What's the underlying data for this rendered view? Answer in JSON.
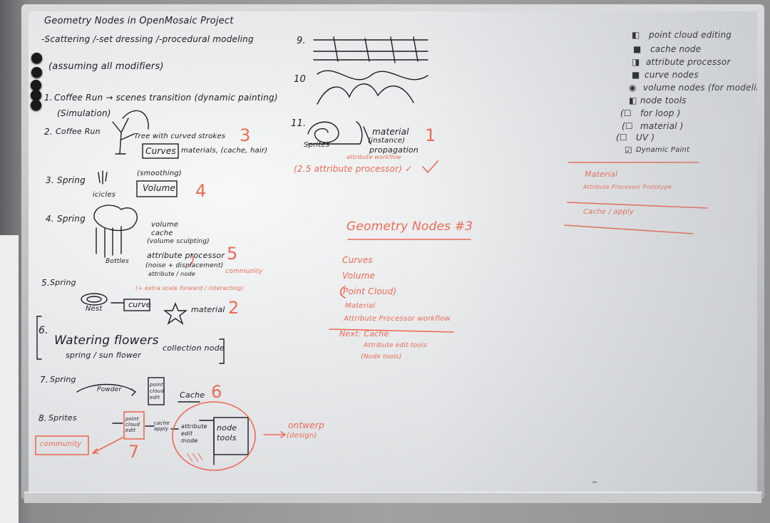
{
  "whiteboard": {
    "left_column": {
      "title": "Geometry Nodes in OpenMosaic Project",
      "subtitle": "-Scattering /-set dressing /-procedural modeling",
      "assumption": "(assuming all modifiers)",
      "items": [
        {
          "num": "1.",
          "text": "Coffee Run → scenes transition (dynamic painting)",
          "sub": "(Simulation)"
        },
        {
          "num": "2.",
          "text": "Coffee Run",
          "detail": "Tree with curved strokes",
          "boxed": "Curves",
          "extra": "materials, (cache, hair)",
          "priority": "3"
        },
        {
          "num": "3.",
          "text": "Spring",
          "label": "icicles",
          "note": "(smoothing)",
          "boxed": "Volume",
          "priority": "4"
        },
        {
          "num": "4.",
          "text": "Spring",
          "notes": [
            "volume",
            "cache",
            "(volume sculpting)",
            "attribute processor",
            "(noise + displacement)",
            "attribute / node",
            "(+ extra scale forward / interacting)"
          ],
          "label": "Bottles",
          "priority": "5",
          "red_note": "community"
        },
        {
          "num": "5.",
          "text": "Spring",
          "label": "Nest",
          "boxed": "curve",
          "star_label": "material",
          "priority": "2"
        },
        {
          "num": "6.",
          "text": "Watering flowers",
          "bracket_note": "collection node",
          "sub": "spring / sun flower"
        },
        {
          "num": "7.",
          "text": "Spring",
          "label": "Powder",
          "boxed": "point cloud edit",
          "plus": "Cache",
          "priority": "6"
        },
        {
          "num": "8.",
          "text": "Sprites",
          "boxed": [
            "point cloud edit",
            "cache apply",
            "attribute edit mode",
            "node tools"
          ],
          "red_box": "community",
          "priority": "7",
          "arrow_label": "ontwerp",
          "arrow_sub": "(design)"
        }
      ]
    },
    "middle_column": {
      "items": [
        {
          "num": "9.",
          "text": ""
        },
        {
          "num": "10",
          "text": ""
        },
        {
          "num": "11.",
          "text": "Sprites",
          "notes": [
            "material",
            "(instance)",
            "propagation"
          ],
          "red_note": "attribute workflow",
          "priority": "1"
        }
      ],
      "red_line": "(2.5 attribute processor) ✓",
      "heading": "Geometry Nodes #3",
      "list": [
        "Curves",
        "Volume",
        "(Point Cloud)",
        "Material",
        "Attribute Processor workflow"
      ],
      "next": "Next: Cache",
      "next_items": [
        "Attribute edit tools",
        "(Node tools)"
      ]
    },
    "right_column": {
      "legend": [
        {
          "mark": "◧",
          "label": "point cloud editing"
        },
        {
          "mark": "■",
          "label": "cache node"
        },
        {
          "mark": "◨",
          "label": "attribute processor"
        },
        {
          "mark": "■",
          "label": "curve nodes"
        },
        {
          "mark": "◉",
          "label": "volume nodes (for modeling)"
        },
        {
          "mark": "◧",
          "label": "node tools"
        },
        {
          "mark": "(☐",
          "label": "for loop )"
        },
        {
          "mark": "(☐",
          "label": "material )"
        },
        {
          "mark": "(☐",
          "label": "UV )"
        },
        {
          "mark": "☑",
          "label": "Dynamic Paint"
        }
      ],
      "red_items": [
        "Material",
        "Attribute Processor Prototype",
        "Cache / apply"
      ]
    },
    "footer_mark": "~"
  }
}
